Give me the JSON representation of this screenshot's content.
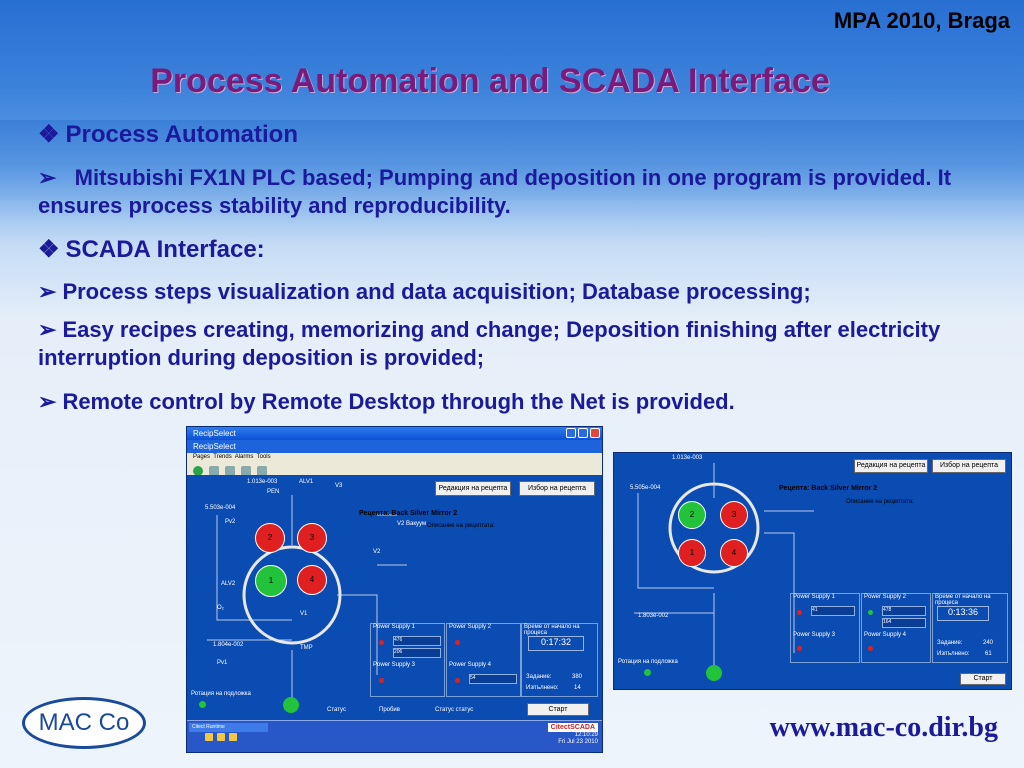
{
  "slide": {
    "conference": "MPA 2010, Braga",
    "title": "Process Automation and SCADA Interface",
    "sections": [
      {
        "heading": "Process Automation",
        "points": [
          "Mitsubishi FX1N PLC based; Pumping and deposition in one program is provided. It ensures process stability and reproducibility."
        ]
      },
      {
        "heading": "SCADA Interface:",
        "points": [
          "Process steps visualization and data acquisition; Database processing;",
          "Easy recipes creating, memorizing and change; Deposition finishing after electricity interruption during deposition is provided;",
          "Remote control by Remote Desktop through the Net is provided."
        ]
      }
    ],
    "logo_text": "MAC  Co",
    "url": "www.mac-co.dir.bg"
  },
  "screen1": {
    "window_title": "RecipSelect",
    "subtitle": "RecipSelect",
    "menu": [
      "Pages",
      "Trends",
      "Alarms",
      "Tools"
    ],
    "buttons": {
      "edit_recipe": "Редакция на рецепта",
      "select_recipe": "Избор на рецепта",
      "start": "Старт"
    },
    "recipe_label": "Рецепта:",
    "recipe_name": "Back Silver Mirror 2",
    "recipe_desc": "Описание на рецептата:",
    "labels": {
      "pen": "PEN",
      "alv1": "ALV1",
      "alv2": "ALV2",
      "v1": "V1",
      "v2": "V2",
      "v3": "V3",
      "v2_vapor": "V2 Вакуум",
      "tmp": "TMP",
      "p1": "Рv1",
      "p2": "Рv2",
      "o2": "O₂",
      "gauge1": "1.013e-003",
      "gauge2": "5.503e-004",
      "gauge3": "1.804e-002",
      "rotation": "Ротация на подложка",
      "status": "Статус",
      "power": "Пробив",
      "status2": "Статус статус"
    },
    "chambers": [
      "1",
      "2",
      "3",
      "4"
    ],
    "power_supplies": [
      "Power Supply 1",
      "Power Supply 2",
      "Power Supply 3",
      "Power Supply 4"
    ],
    "ps_values": {
      "ps1_a": "476",
      "ps1_b": "206",
      "ps4_a": "54"
    },
    "time_label": "Време от начало на процеса",
    "elapsed": "0:17:32",
    "setpoint_label": "Задание:",
    "setpoint": "380",
    "done_label": "Изпълнено:",
    "done": "14",
    "taskbar_item": "Citect Runtime",
    "citect": "CitectSCADA",
    "clock_time": "12:10:29",
    "clock_date": "Fri Jul 23 2010"
  },
  "screen2": {
    "buttons": {
      "edit_recipe": "Редакция на рецепта",
      "select_recipe": "Избор на рецепта",
      "start": "Старт"
    },
    "recipe_label": "Рецепта:",
    "recipe_name": "Back Silver Mirror 2",
    "recipe_desc": "Описание на рецептата:",
    "chambers": [
      "1",
      "2",
      "3",
      "4"
    ],
    "power_supplies": [
      "Power Supply 1",
      "Power Supply 2",
      "Power Supply 3",
      "Power Supply 4"
    ],
    "ps_values": {
      "ps2_a": "478",
      "ps2_b": "164",
      "ps1_a": "41"
    },
    "time_label": "Време от начало на процеса",
    "elapsed": "0:13:36",
    "setpoint_label": "Задание:",
    "setpoint": "240",
    "done_label": "Изпълнено:",
    "done": "61",
    "rotation": "Ротация на подложка",
    "gauge1": "1.013e-003",
    "gauge2": "5.505e-004",
    "gauge3": "1.803e-002"
  },
  "colors": {
    "title": "#7a1a7a",
    "text": "#1a1a9a",
    "scada_bg": "#0b4cb2",
    "chamber_on": "#22c23a",
    "chamber_off": "#e02020"
  }
}
